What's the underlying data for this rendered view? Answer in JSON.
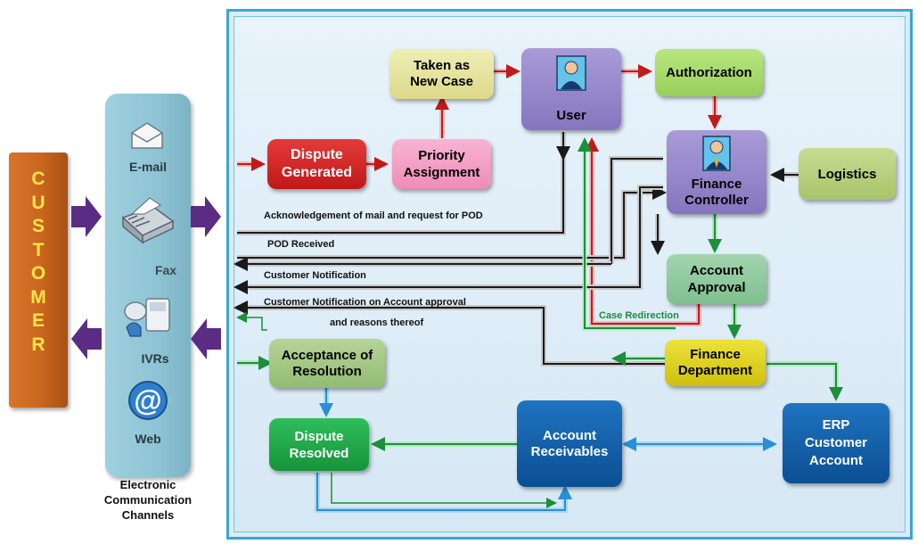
{
  "customer": {
    "letters": [
      "C",
      "U",
      "S",
      "T",
      "O",
      "M",
      "E",
      "R"
    ]
  },
  "channels": {
    "items": [
      "E-mail",
      "Fax",
      "IVRs",
      "Web"
    ],
    "caption": [
      "Electronic",
      "Communication",
      "Channels"
    ]
  },
  "nodes": {
    "taken_as_new_case": [
      "Taken as",
      "New Case"
    ],
    "user": "User",
    "authorization": "Authorization",
    "dispute_generated": [
      "Dispute",
      "Generated"
    ],
    "priority_assignment": [
      "Priority",
      "Assignment"
    ],
    "finance_controller": [
      "Finance",
      "Controller"
    ],
    "logistics": "Logistics",
    "account_approval": [
      "Account",
      "Approval"
    ],
    "finance_department": [
      "Finance",
      "Department"
    ],
    "acceptance_of_resolution": [
      "Acceptance of",
      "Resolution"
    ],
    "dispute_resolved": [
      "Dispute",
      "Resolved"
    ],
    "account_receivables": [
      "Account",
      "Receivables"
    ],
    "erp_customer_account": [
      "ERP",
      "Customer",
      "Account"
    ]
  },
  "flow_labels": {
    "ack": "Acknowledgement of mail and request for POD",
    "pod_received": "POD Received",
    "customer_notification": "Customer Notification",
    "notification_account_approval": "Customer Notification on Account approval",
    "reasons_thereof": "and reasons thereof",
    "case_redirection": "Case Redirection"
  },
  "colors": {
    "customer_bar": "#c9661e",
    "customer_text": "#ffe64a",
    "channels": "#8ec4d4",
    "panel_border": "#3aa5d6",
    "dispute_generated": "#d42222",
    "priority_assignment": "#f29ac0",
    "taken_as_new_case": "#e6e49a",
    "user": "#9a8bcb",
    "authorization": "#a6dc6a",
    "logistics": "#b7cf7e",
    "account_approval": "#8cc79a",
    "finance_department": "#e0d21a",
    "acceptance_of_resolution": "#a5c884",
    "dispute_resolved": "#21a54a",
    "account_receivables": "#0f5fa8",
    "erp_customer_account": "#0f5fa8",
    "purple_arrow": "#5b2c83"
  },
  "icons": [
    "envelope-icon",
    "fax-machine-icon",
    "ivr-phone-icon",
    "at-sign-web-icon",
    "user-person-icon",
    "controller-person-icon"
  ]
}
